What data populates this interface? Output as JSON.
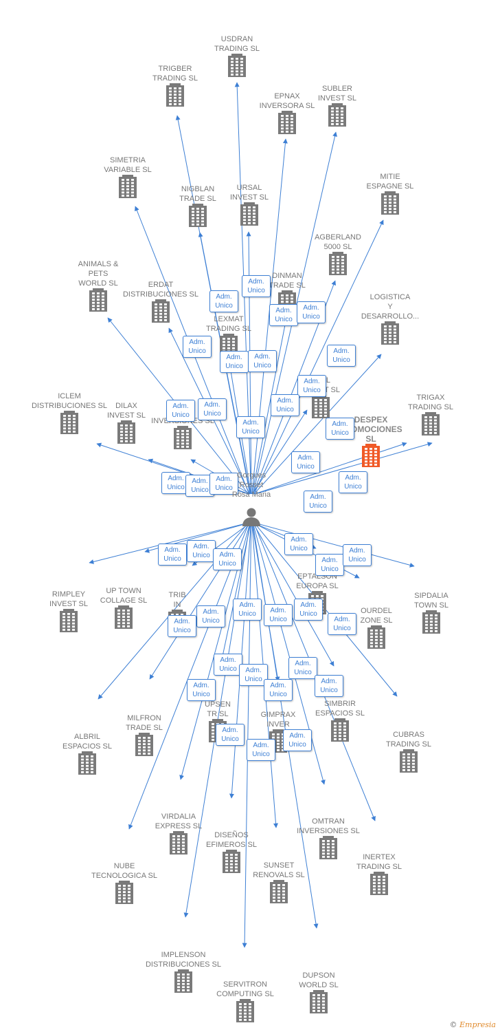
{
  "person": {
    "name": "Gorgues\nRosset\nRosa Maria"
  },
  "badge_text": "Adm.\nUnico",
  "colors": {
    "edge": "#3d7fd4",
    "building": "#7a7a7a",
    "highlight": "#f05a28",
    "label": "#777777"
  },
  "companies": [
    {
      "id": "usdran",
      "label": "USDRAN\nTRADING SL"
    },
    {
      "id": "trigber",
      "label": "TRIGBER\nTRADING SL"
    },
    {
      "id": "epnax",
      "label": "EPNAX\nINVERSORA SL"
    },
    {
      "id": "subler",
      "label": "SUBLER\nINVEST SL"
    },
    {
      "id": "simetria",
      "label": "SIMETRIA\nVARIABLE SL"
    },
    {
      "id": "nigblan",
      "label": "NIGBLAN\nTRADE SL"
    },
    {
      "id": "ursal",
      "label": "URSAL\nINVEST SL"
    },
    {
      "id": "mitie",
      "label": "MITIE\nESPAGNE  SL"
    },
    {
      "id": "agberland",
      "label": "AGBERLAND\n5000 SL"
    },
    {
      "id": "animals",
      "label": "ANIMALS &\nPETS\nWORLD SL"
    },
    {
      "id": "erdat",
      "label": "ERDAT\nDISTRIBUCIONES SL"
    },
    {
      "id": "dinman",
      "label": "DINMAN\nTRADE  SL"
    },
    {
      "id": "logistica",
      "label": "LOGISTICA\nY\nDESARROLLO..."
    },
    {
      "id": "lexmat",
      "label": "LEXMAT\nTRADING SL"
    },
    {
      "id": "psel",
      "label": "PSEL\nINVEST SL"
    },
    {
      "id": "iclem",
      "label": "ICLEM\nDISTRIBUCIONES SL"
    },
    {
      "id": "dilax",
      "label": "DILAX\nINVEST SL"
    },
    {
      "id": "inversiones_top",
      "label": "INVERSIONES SL"
    },
    {
      "id": "despex",
      "label": "DESPEX\nPROMOCIONES\nSL",
      "highlight": true
    },
    {
      "id": "trigax",
      "label": "TRIGAX\nTRADING SL"
    },
    {
      "id": "rimpley",
      "label": "RIMPLEY\nINVEST  SL"
    },
    {
      "id": "uptown",
      "label": "UP TOWN\nCOLLAGE SL"
    },
    {
      "id": "trib",
      "label": "TRIB\nIN"
    },
    {
      "id": "eptalson",
      "label": "EPTALSON\nEUROPA SL"
    },
    {
      "id": "ourdel",
      "label": "OURDEL\nZONE SL"
    },
    {
      "id": "sipdalia",
      "label": "SIPDALIA\nTOWN SL"
    },
    {
      "id": "albril",
      "label": "ALBRIL\nESPACIOS SL"
    },
    {
      "id": "milfron",
      "label": "MILFRON\nTRADE SL"
    },
    {
      "id": "upsen",
      "label": "UPSEN\nTR          SL"
    },
    {
      "id": "gimprax",
      "label": "GIMPRAX\nINVER"
    },
    {
      "id": "simbrir",
      "label": "SIMBRIR\nESPACIOS SL"
    },
    {
      "id": "cubras",
      "label": "CUBRAS\nTRADING SL"
    },
    {
      "id": "virdalia",
      "label": "VIRDALIA\nEXPRESS SL"
    },
    {
      "id": "disenos",
      "label": "DISEÑOS\nEFIMEROS SL"
    },
    {
      "id": "omtran",
      "label": "OMTRAN\nINVERSIONES SL"
    },
    {
      "id": "nube",
      "label": "NUBE\nTECNOLOGICA SL"
    },
    {
      "id": "sunset",
      "label": "SUNSET\nRENOVALS SL"
    },
    {
      "id": "inertex",
      "label": "INERTEX\nTRADING SL"
    },
    {
      "id": "implenson",
      "label": "IMPLENSON\nDISTRIBUCIONES SL"
    },
    {
      "id": "servitron",
      "label": "SERVITRON\nCOMPUTING SL"
    },
    {
      "id": "dupson",
      "label": "DUPSON\nWORLD SL"
    }
  ],
  "copyright": {
    "symbol": "©",
    "brand": "Empresia"
  }
}
